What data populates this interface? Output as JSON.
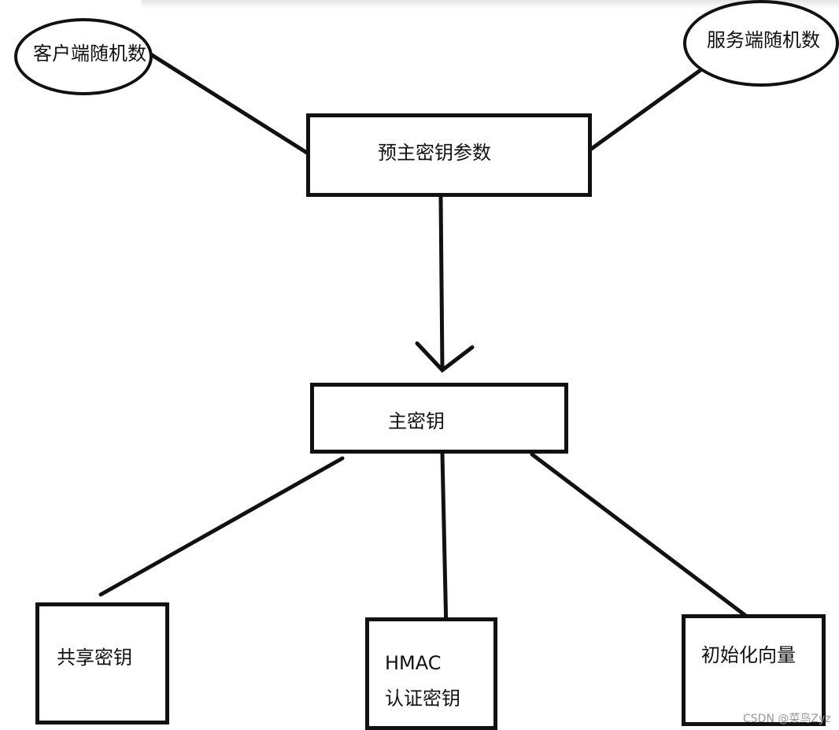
{
  "nodes": {
    "client_random": "客户端随机数",
    "server_random": "服务端随机数",
    "pre_master": "预主密钥参数",
    "master": "主密钥",
    "shared_key": "共享密钥",
    "hmac_title": "HMAC",
    "hmac_sub": "认证密钥",
    "iv": "初始化向量"
  },
  "watermark": "CSDN @菜鸟Zyz"
}
